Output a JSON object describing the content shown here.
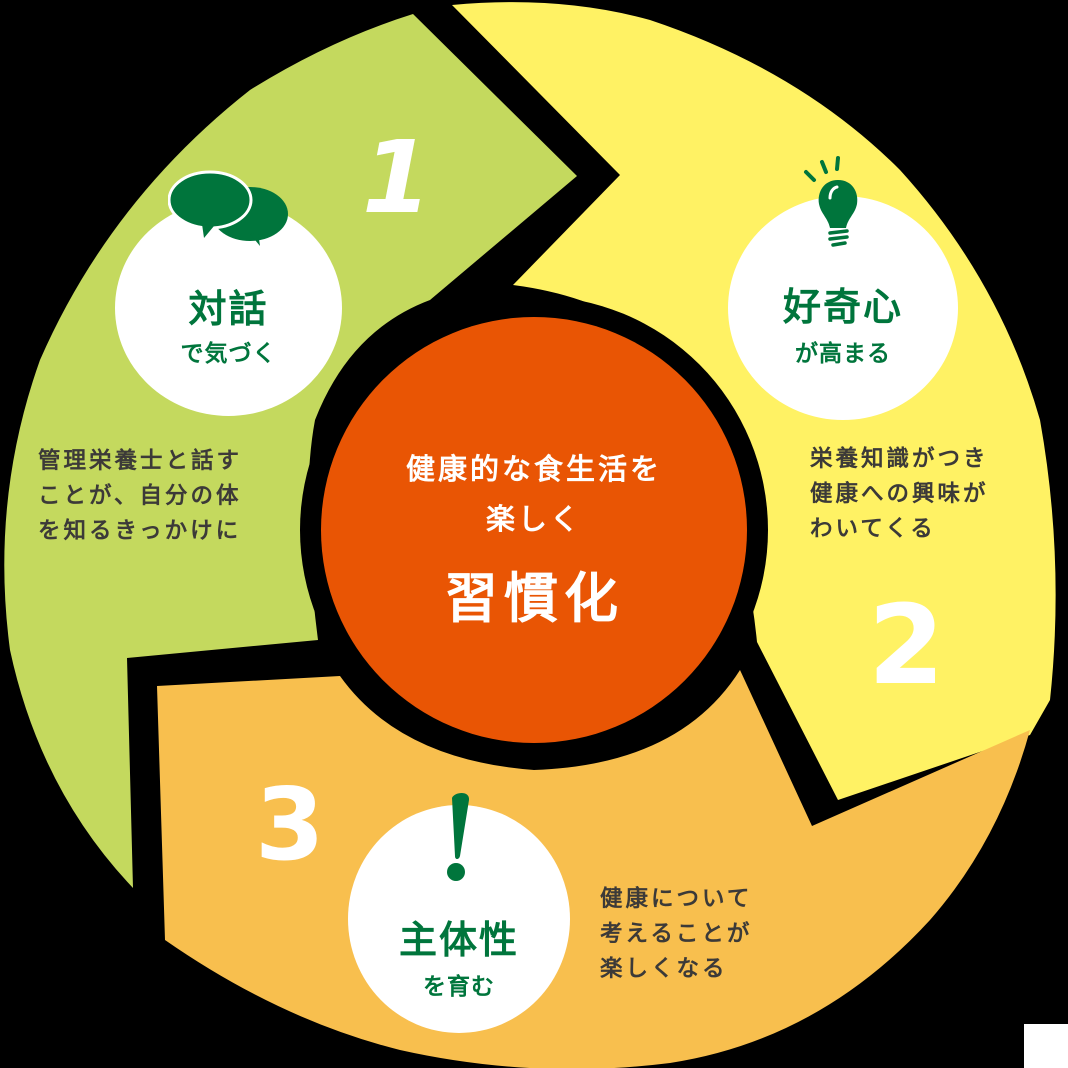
{
  "colors": {
    "background": "#000000",
    "step1_green": "#c4d95e",
    "step2_yellow": "#fff264",
    "step3_orange": "#f8bf4e",
    "center_orange": "#e95504",
    "icon_green": "#00753c",
    "text_dark": "#3c3a38",
    "white": "#ffffff"
  },
  "center": {
    "line1": "健康的な食生活を",
    "line2": "楽しく",
    "headline": "習慣化"
  },
  "steps": [
    {
      "number": "1",
      "icon": "speech-bubbles-icon",
      "title": "対話",
      "subtitle": "で気づく",
      "description": "管理栄養士と話す\nことが、自分の体\nを知るきっかけに"
    },
    {
      "number": "2",
      "icon": "lightbulb-icon",
      "title": "好奇心",
      "subtitle": "が高まる",
      "description": "栄養知識がつき\n健康への興味が\nわいてくる"
    },
    {
      "number": "3",
      "icon": "exclamation-icon",
      "title": "主体性",
      "subtitle": "を育む",
      "description": "健康について\n考えることが\n楽しくなる"
    }
  ]
}
